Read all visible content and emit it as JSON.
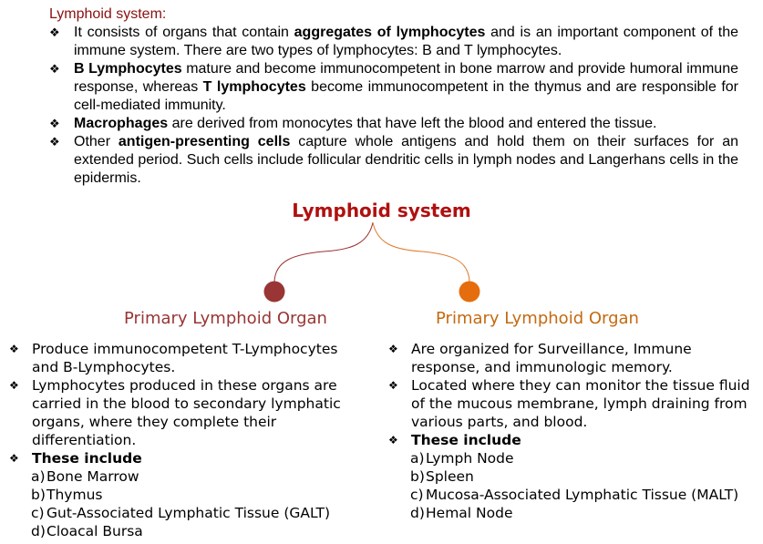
{
  "top": {
    "heading": "Lymphoid system:",
    "bullets": [
      {
        "pre": "It consists of organs that contain ",
        "bold": "aggregates of lymphocytes",
        "post": " and is an important component of the immune system. There are two types of lymphocytes: B and T lymphocytes."
      },
      {
        "b1": "B Lymphocytes",
        "t1": " mature and become immunocompetent in bone marrow and provide humoral immune response, whereas ",
        "b2": "T lymphocytes",
        "t2": " become immunocompetent in the thymus and are responsible for cell-mediated immunity."
      },
      {
        "bold": "Macrophages",
        "post": " are derived from monocytes that have left the blood and entered the tissue."
      },
      {
        "pre": "Other ",
        "bold": "antigen-presenting cells",
        "post": " capture whole antigens and hold them on their surfaces for an extended period. Such cells include follicular dendritic cells in lymph nodes and Langerhans cells in the epidermis."
      }
    ]
  },
  "diagram": {
    "title": "Lymphoid system",
    "colors": {
      "title": "#b01010",
      "left_node": "#9a3535",
      "right_node": "#e56d0d",
      "left_line": "#a03030",
      "right_line": "#e07b2e"
    },
    "left": {
      "heading": "Primary Lymphoid Organ",
      "bullets": [
        "Produce immunocompetent T-Lymphocytes and B-Lymphocytes.",
        "Lymphocytes produced in these organs are carried in the blood to secondary lymphatic organs, where they complete their differentiation."
      ],
      "includes_label": "These include",
      "items": [
        {
          "marker": "a)",
          "text": "Bone Marrow"
        },
        {
          "marker": "b)",
          "text": "Thymus"
        },
        {
          "marker": "c)",
          "text": "Gut-Associated Lymphatic Tissue (GALT)"
        },
        {
          "marker": "d)",
          "text": "Cloacal Bursa"
        }
      ]
    },
    "right": {
      "heading": "Primary Lymphoid Organ",
      "bullets": [
        "Are organized for Surveillance, Immune response, and immunologic memory.",
        "Located where they can monitor the tissue fluid of the mucous membrane, lymph draining from various parts, and blood."
      ],
      "includes_label": "These include",
      "items": [
        {
          "marker": "a)",
          "text": "Lymph Node"
        },
        {
          "marker": "b)",
          "text": "Spleen"
        },
        {
          "marker": "c)",
          "text": "Mucosa-Associated Lymphatic Tissue (MALT)"
        },
        {
          "marker": "d)",
          "text": "Hemal Node"
        }
      ]
    }
  }
}
